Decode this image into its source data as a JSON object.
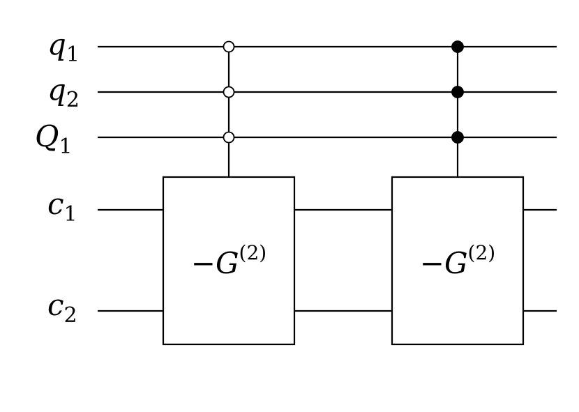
{
  "wires": [
    {
      "id": "q1",
      "symbol": "q",
      "subscript": "1"
    },
    {
      "id": "q2",
      "symbol": "q",
      "subscript": "2"
    },
    {
      "id": "Q1",
      "symbol": "Q",
      "subscript": "1"
    },
    {
      "id": "c1",
      "symbol": "c",
      "subscript": "1"
    },
    {
      "id": "c2",
      "symbol": "c",
      "subscript": "2"
    }
  ],
  "gates": [
    {
      "id": "gate-1",
      "label_sign": "−",
      "label_symbol": "G",
      "label_superscript": "(2)",
      "targets": [
        "c1",
        "c2"
      ],
      "controls": [
        "q1",
        "q2",
        "Q1"
      ],
      "control_type": "open"
    },
    {
      "id": "gate-2",
      "label_sign": "−",
      "label_symbol": "G",
      "label_superscript": "(2)",
      "targets": [
        "c1",
        "c2"
      ],
      "controls": [
        "q1",
        "q2",
        "Q1"
      ],
      "control_type": "closed"
    }
  ],
  "colors": {
    "stroke": "#000000",
    "background": "#ffffff"
  }
}
